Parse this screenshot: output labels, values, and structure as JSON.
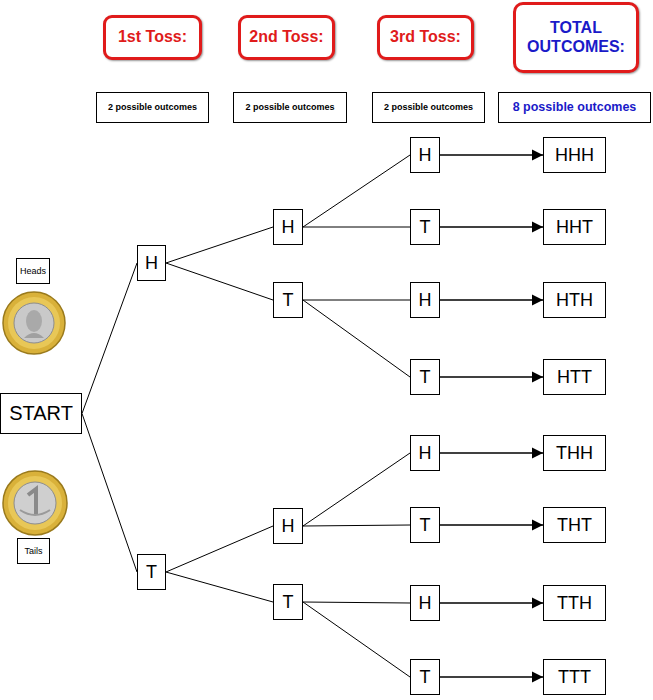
{
  "diagram": {
    "nodes": [
      {
        "text": [
          "1st Toss:"
        ]
      },
      {
        "text": [
          "2nd Toss:"
        ]
      },
      {
        "text": [
          "3rd Toss:"
        ]
      },
      {
        "text": [
          "TOTAL OUTCOMES:"
        ]
      },
      {
        "text": [
          "2 possible outcomes"
        ]
      },
      {
        "text": [
          "2 possible outcomes"
        ]
      },
      {
        "text": [
          "2 possible outcomes"
        ]
      },
      {
        "text": [
          "8 possible outcomes"
        ]
      },
      {
        "text": [
          "Heads"
        ]
      },
      {
        "text": [
          "START"
        ]
      },
      {
        "text": [
          "Tails"
        ]
      },
      {
        "text": [
          "H"
        ]
      },
      {
        "text": [
          "T"
        ]
      },
      {
        "text": [
          "H"
        ]
      },
      {
        "text": [
          "T"
        ]
      },
      {
        "text": [
          "H"
        ]
      },
      {
        "text": [
          "T"
        ]
      },
      {
        "text": [
          "H"
        ]
      },
      {
        "text": [
          "T"
        ]
      },
      {
        "text": [
          "H"
        ]
      },
      {
        "text": [
          "T"
        ]
      },
      {
        "text": [
          "H"
        ]
      },
      {
        "text": [
          "T"
        ]
      },
      {
        "text": [
          "H"
        ]
      },
      {
        "text": [
          "T"
        ]
      },
      {
        "text": [
          "HHH"
        ]
      },
      {
        "text": [
          "HHT"
        ]
      },
      {
        "text": [
          "HTH"
        ]
      },
      {
        "text": [
          "HTT"
        ]
      },
      {
        "text": [
          "THH"
        ]
      },
      {
        "text": [
          "THT"
        ]
      },
      {
        "text": [
          "TTH"
        ]
      },
      {
        "text": [
          "TTT"
        ]
      }
    ],
    "edges": [
      {
        "from": 9,
        "to": 11,
        "arrow": "none"
      },
      {
        "from": 9,
        "to": 12,
        "arrow": "none"
      },
      {
        "from": 11,
        "to": 13,
        "arrow": "none"
      },
      {
        "from": 11,
        "to": 14,
        "arrow": "none"
      },
      {
        "from": 12,
        "to": 15,
        "arrow": "none"
      },
      {
        "from": 12,
        "to": 16,
        "arrow": "none"
      },
      {
        "from": 13,
        "to": 17,
        "arrow": "none"
      },
      {
        "from": 13,
        "to": 18,
        "arrow": "none"
      },
      {
        "from": 14,
        "to": 19,
        "arrow": "none"
      },
      {
        "from": 14,
        "to": 20,
        "arrow": "none"
      },
      {
        "from": 15,
        "to": 21,
        "arrow": "none"
      },
      {
        "from": 15,
        "to": 22,
        "arrow": "none"
      },
      {
        "from": 16,
        "to": 23,
        "arrow": "none"
      },
      {
        "from": 16,
        "to": 24,
        "arrow": "none"
      },
      {
        "from": 17,
        "to": 25,
        "arrow": "to"
      },
      {
        "from": 18,
        "to": 26,
        "arrow": "to"
      },
      {
        "from": 19,
        "to": 27,
        "arrow": "to"
      },
      {
        "from": 20,
        "to": 28,
        "arrow": "to"
      },
      {
        "from": 21,
        "to": 29,
        "arrow": "to"
      },
      {
        "from": 22,
        "to": 30,
        "arrow": "to"
      },
      {
        "from": 23,
        "to": 31,
        "arrow": "to"
      },
      {
        "from": 24,
        "to": 32,
        "arrow": "to"
      }
    ]
  }
}
